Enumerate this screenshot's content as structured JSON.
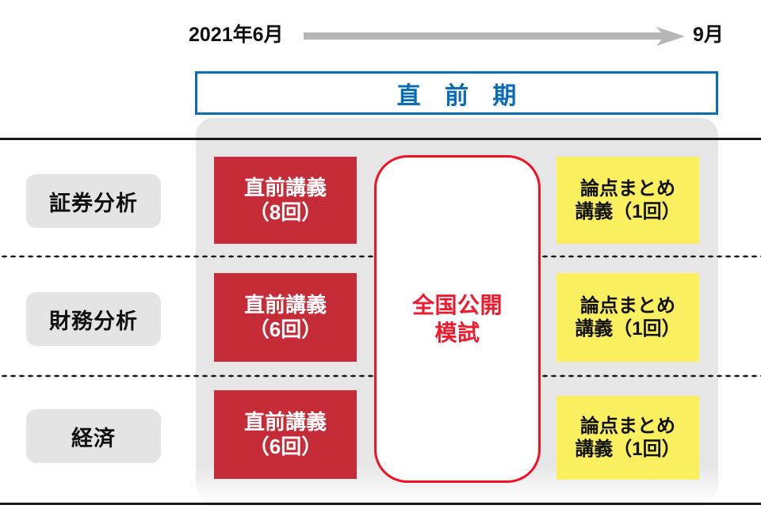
{
  "timeline": {
    "start_label": "2021年6月",
    "end_label": "9月",
    "arrow_icon": "right-arrow-icon",
    "arrow_color": "#b6b6b6"
  },
  "phase_banner": {
    "title": "直 前 期",
    "border_color": "#0a6cb5",
    "text_color": "#0a6cb5"
  },
  "colors": {
    "red": "#c62b38",
    "yellow": "#faef5e",
    "blue": "#0a6cb5",
    "mock_border": "#f50f23",
    "mock_text": "#ee1b2e",
    "panel_gray": "#e6e6e6",
    "chip_gray": "#e4e4e4"
  },
  "mock_exam": {
    "line1": "全国公開",
    "line2": "模試"
  },
  "rows": [
    {
      "subject": "証券分析",
      "lecture": {
        "line1": "直前講義",
        "line2": "（8回）"
      },
      "summary": {
        "line1": "論点まとめ",
        "line2": "講義（1回）"
      }
    },
    {
      "subject": "財務分析",
      "lecture": {
        "line1": "直前講義",
        "line2": "（6回）"
      },
      "summary": {
        "line1": "論点まとめ",
        "line2": "講義（1回）"
      }
    },
    {
      "subject": "経済",
      "lecture": {
        "line1": "直前講義",
        "line2": "（6回）"
      },
      "summary": {
        "line1": "論点まとめ",
        "line2": "講義（1回）"
      }
    }
  ]
}
